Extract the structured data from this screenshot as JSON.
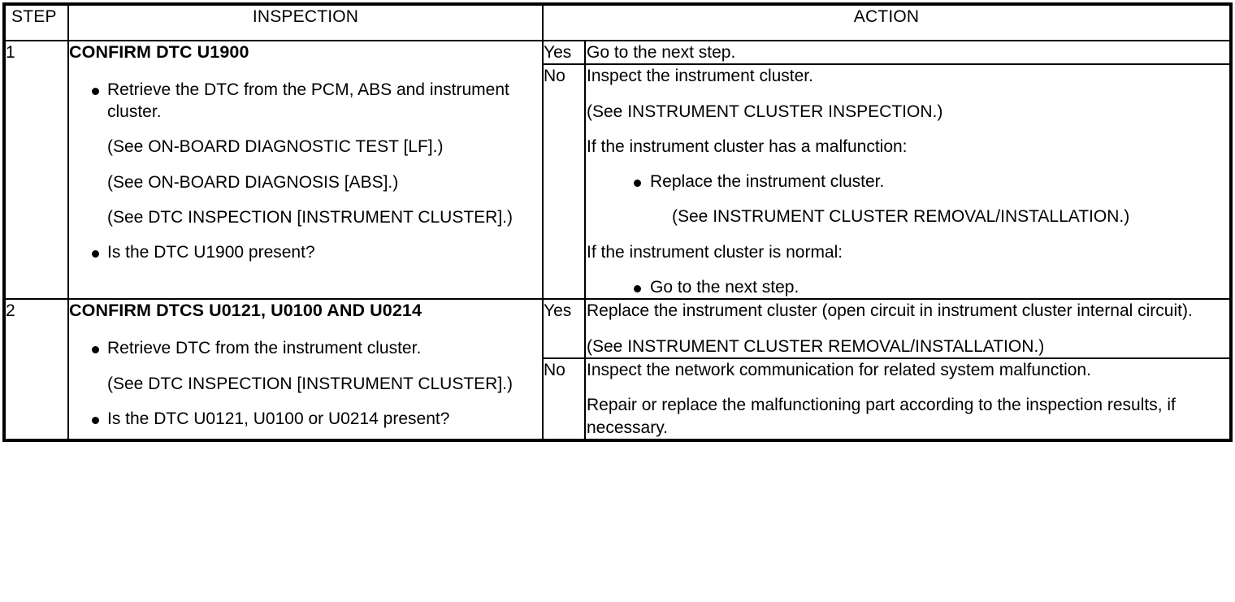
{
  "table": {
    "headers": {
      "step": "STEP",
      "inspection": "INSPECTION",
      "action": "ACTION"
    },
    "rows": [
      {
        "step": "1",
        "inspection": {
          "title": "CONFIRM DTC U1900",
          "items": [
            {
              "kind": "bullet",
              "text": "Retrieve the DTC from the PCM, ABS and instrument cluster."
            },
            {
              "kind": "plain",
              "text": "(See ON-BOARD DIAGNOSTIC TEST [LF].)"
            },
            {
              "kind": "plain",
              "text": "(See ON-BOARD DIAGNOSIS [ABS].)"
            },
            {
              "kind": "plain",
              "text": "(See DTC INSPECTION [INSTRUMENT CLUSTER].)"
            },
            {
              "kind": "bullet",
              "text": "Is the DTC U1900 present?"
            }
          ]
        },
        "branches": [
          {
            "label": "Yes",
            "items": [
              {
                "kind": "plain",
                "text": "Go to the next step."
              }
            ]
          },
          {
            "label": "No",
            "items": [
              {
                "kind": "plain",
                "text": "Inspect the instrument cluster."
              },
              {
                "kind": "plain",
                "text": "(See INSTRUMENT CLUSTER INSPECTION.)"
              },
              {
                "kind": "plain",
                "text": "If the instrument cluster has a malfunction:"
              },
              {
                "kind": "bullet",
                "text": "Replace the instrument cluster."
              },
              {
                "kind": "sub",
                "text": "(See INSTRUMENT CLUSTER REMOVAL/INSTALLATION.)"
              },
              {
                "kind": "plain",
                "text": "If the instrument cluster is normal:"
              },
              {
                "kind": "bullet",
                "text": "Go to the next step."
              }
            ]
          }
        ]
      },
      {
        "step": "2",
        "inspection": {
          "title": "CONFIRM DTCS U0121, U0100 AND U0214",
          "items": [
            {
              "kind": "bullet",
              "text": "Retrieve DTC from the instrument cluster."
            },
            {
              "kind": "plain",
              "text": "(See DTC INSPECTION [INSTRUMENT CLUSTER].)"
            },
            {
              "kind": "bullet",
              "text": "Is the DTC U0121, U0100 or U0214 present?"
            }
          ]
        },
        "branches": [
          {
            "label": "Yes",
            "items": [
              {
                "kind": "plain",
                "text": "Replace the instrument cluster (open circuit in instrument cluster internal circuit)."
              },
              {
                "kind": "plain",
                "text": "(See INSTRUMENT CLUSTER REMOVAL/INSTALLATION.)"
              }
            ]
          },
          {
            "label": "No",
            "items": [
              {
                "kind": "plain",
                "text": "Inspect the network communication for related system malfunction."
              },
              {
                "kind": "plain",
                "text": "Repair or replace the malfunctioning part according to the inspection results, if necessary."
              }
            ]
          }
        ]
      }
    ]
  }
}
